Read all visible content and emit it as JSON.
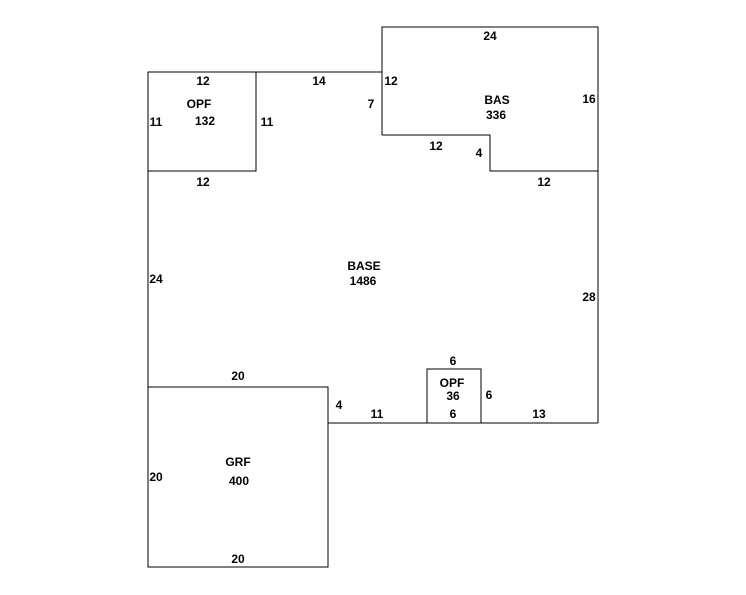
{
  "areas": {
    "bas": {
      "code": "BAS",
      "area": "336"
    },
    "opf_top": {
      "code": "OPF",
      "area": "132"
    },
    "base": {
      "code": "BASE",
      "area": "1486"
    },
    "grf": {
      "code": "GRF",
      "area": "400"
    },
    "opf_small": {
      "code": "OPF",
      "area": "36"
    }
  },
  "dimensions": {
    "bas_top": "24",
    "bas_right": "16",
    "bas_left": "12",
    "bas_step_bottom": "12",
    "bas_step_side": "4",
    "base_right_top": "12",
    "link_top": "14",
    "link_side": "7",
    "opf_top_top": "12",
    "opf_top_left": "11",
    "opf_top_right": "11",
    "opf_top_bottom": "12",
    "base_left": "24",
    "base_right": "28",
    "grf_top": "20",
    "grf_left": "20",
    "grf_bottom": "20",
    "grf_side": "4",
    "base_bottom_left": "11",
    "base_bottom_right": "13",
    "opf_small_top": "6",
    "opf_small_right": "6",
    "opf_small_bottom": "6"
  }
}
